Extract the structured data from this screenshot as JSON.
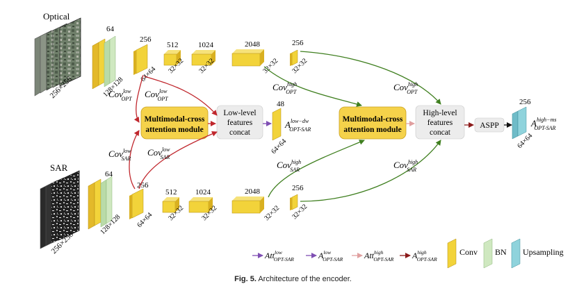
{
  "inputs": {
    "optical": {
      "label": "Optical",
      "size": "256×256"
    },
    "sar": {
      "label": "SAR",
      "size": "256×256"
    }
  },
  "optical_branch": {
    "stem": {
      "channels": "64",
      "size": "128×128"
    },
    "stages": [
      {
        "channels": "256",
        "size": "64×64"
      },
      {
        "channels": "512",
        "size": "32×32"
      },
      {
        "channels": "1024",
        "size": "32×32"
      },
      {
        "channels": "2048",
        "size": "32×32"
      },
      {
        "channels": "256",
        "size": "32×32"
      }
    ]
  },
  "sar_branch": {
    "stem": {
      "channels": "64",
      "size": "128×128"
    },
    "stages": [
      {
        "channels": "256",
        "size": "64×64"
      },
      {
        "channels": "512",
        "size": "32×32"
      },
      {
        "channels": "1024",
        "size": "32×32"
      },
      {
        "channels": "2048",
        "size": "32×32"
      },
      {
        "channels": "256",
        "size": "32×32"
      }
    ]
  },
  "connection_labels": {
    "cov_low_opt": {
      "base": "Cov",
      "sup": "low",
      "sub": "OPT"
    },
    "cov_low_sar": {
      "base": "Cov",
      "sup": "low",
      "sub": "SAR"
    },
    "cov_high_opt": {
      "base": "Cov",
      "sup": "high",
      "sub": "OPT"
    },
    "cov_high_sar": {
      "base": "Cov",
      "sup": "high",
      "sub": "SAR"
    }
  },
  "modules": {
    "mca_low": {
      "line1": "Multimodal-cross",
      "line2": "attention module"
    },
    "low_concat": {
      "line1": "Low-level",
      "line2": "features",
      "line3": "concat"
    },
    "mca_high": {
      "line1": "Multimodal-cross",
      "line2": "attention module"
    },
    "high_concat": {
      "line1": "High-level",
      "line2": "features",
      "line3": "concat"
    },
    "aspp": "ASPP"
  },
  "outputs": {
    "low_dw": {
      "channels": "48",
      "size": "64×64",
      "base": "A",
      "sup": "low−dw",
      "sub": "OPT-SAR"
    },
    "high_ms": {
      "channels": "256",
      "size": "64×64",
      "base": "A",
      "sup": "high−ms",
      "sub": "OPT-SAR"
    }
  },
  "legend": {
    "att_low": {
      "base": "Att",
      "sup": "low",
      "sub": "OPT-SAR",
      "color": "#7f4fb3"
    },
    "a_low": {
      "base": "A",
      "sup": "low",
      "sub": "OPT-SAR",
      "color": "#7f4fb3"
    },
    "att_high": {
      "base": "Att",
      "sup": "high",
      "sub": "OPT-SAR",
      "color": "#e0a0a0"
    },
    "a_high": {
      "base": "A",
      "sup": "high",
      "sub": "OPT-SAR",
      "color": "#8b1a1a"
    },
    "conv": {
      "label": "Conv",
      "color": "#f2d33a"
    },
    "bn": {
      "label": "BN",
      "color": "#cfe8c0"
    },
    "upsampling": {
      "label": "Upsampling",
      "color": "#8fd3dc"
    }
  },
  "caption": {
    "prefix": "Fig. 5.",
    "text": "Architecture of the encoder."
  }
}
